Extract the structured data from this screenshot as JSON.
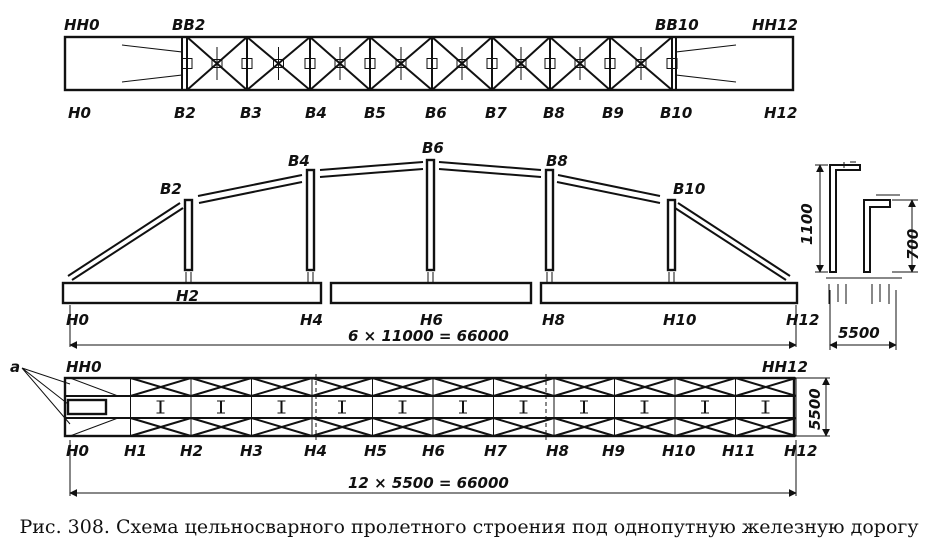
{
  "top_plan": {
    "top_labels": [
      "НН0",
      "ВВ2",
      "ВВ10",
      "НН12"
    ],
    "bottom_labels": [
      "Н0",
      "В2",
      "В3",
      "В4",
      "В5",
      "В6",
      "В7",
      "В8",
      "В9",
      "В10",
      "Н12"
    ]
  },
  "elevation": {
    "node_top_labels": [
      "В2",
      "В4",
      "В6",
      "В8",
      "В10"
    ],
    "node_bottom_labels": [
      "Н0",
      "Н2",
      "Н4",
      "Н6",
      "Н8",
      "Н10",
      "Н12"
    ],
    "span_dimension": "6 × 11000 = 66000"
  },
  "section": {
    "dim_1100": "1100",
    "dim_700": "700",
    "dim_5500": "5500"
  },
  "bottom_plan": {
    "marker": "a",
    "top_labels": [
      "НН0",
      "НН12"
    ],
    "bottom_labels": [
      "Н0",
      "Н1",
      "Н2",
      "Н3",
      "Н4",
      "Н5",
      "Н6",
      "Н7",
      "Н8",
      "Н9",
      "Н10",
      "Н11",
      "Н12"
    ],
    "width_dimension": "5500",
    "span_dimension": "12 × 5500 = 66000"
  },
  "caption": "Рис. 308. Схема цельносварного пролетного строения под однопутную железную дорогу"
}
